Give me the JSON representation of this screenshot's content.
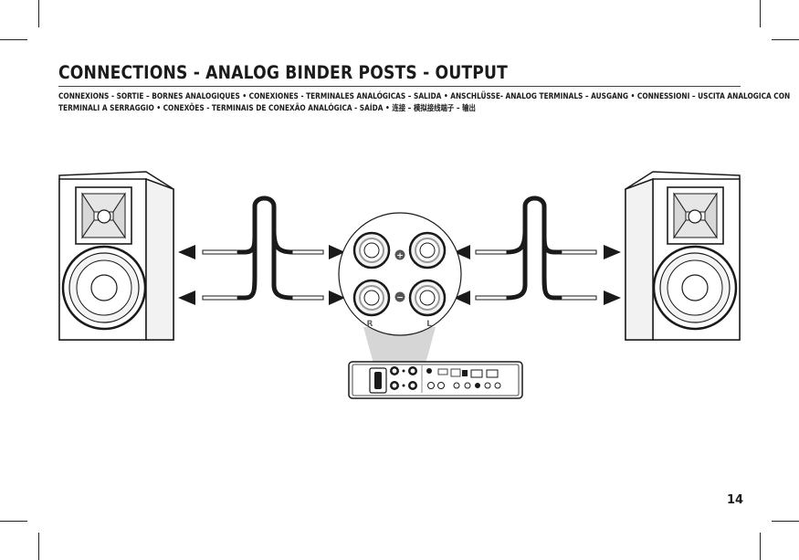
{
  "page": {
    "title": "CONNECTIONS - ANALOG BINDER POSTS - OUTPUT",
    "subtitle_line1": "CONNEXIONS - SORTIE – BORNES ANALOGIQUES • CONEXIONES - TERMINALES ANALÓGICAS – SALIDA • ANSCHLÜSSE- ANALOG TERMINALS – AUSGANG • CONNESSIONI – USCITA ANALOGICA CON",
    "subtitle_line2": "TERMINALI A SERRAGGIO • CONEXÕES - TERMINAIS DE CONEXÃO ANALÓGICA - SAÍDA • 连接 – 模拟接线端子 – 输出",
    "page_number": "14"
  },
  "diagram": {
    "label_right": "R",
    "label_left": "L",
    "plus_symbol": "+",
    "minus_symbol": "−"
  },
  "colors": {
    "ink": "#1a1a1a",
    "cabinet_face": "#ffffff",
    "cabinet_side": "#f2f2f2",
    "terminal_fill": "#f3f3f3",
    "terminal_ring": "#9a9a9a"
  }
}
